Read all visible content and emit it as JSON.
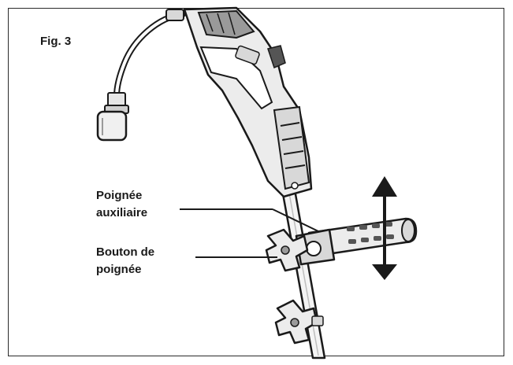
{
  "figure": {
    "label": "Fig. 3"
  },
  "callouts": {
    "auxiliary_handle": {
      "line1": "Poignée",
      "line2": "auxiliaire"
    },
    "handle_knob": {
      "line1": "Bouton de",
      "line2": "poignée"
    }
  },
  "colors": {
    "ink": "#1a1a1a",
    "mid_gray": "#9a9a9a",
    "light_gray": "#d8d8d8",
    "dark_gray": "#555555"
  }
}
